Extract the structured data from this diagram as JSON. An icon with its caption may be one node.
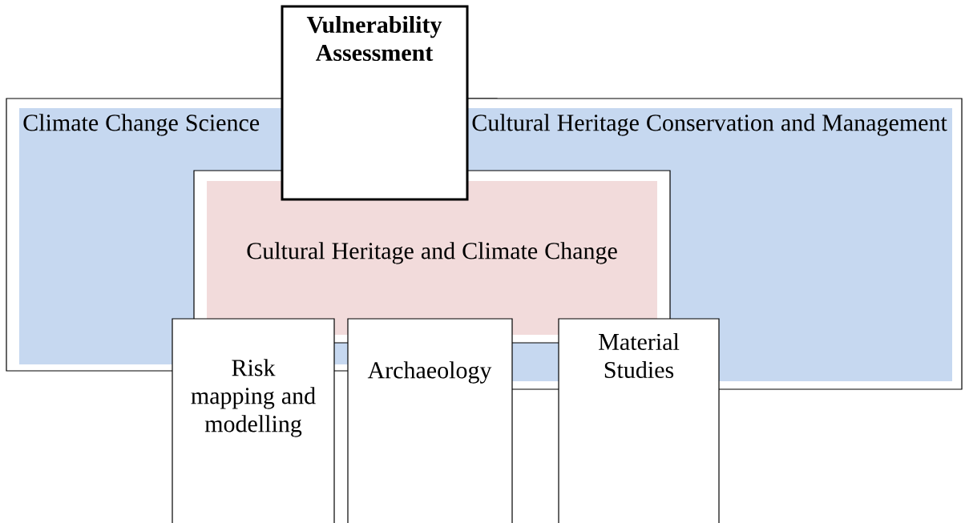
{
  "diagram": {
    "nodes": [
      {
        "text": [
          "Climate Change Science"
        ]
      },
      {
        "text": [
          "Cultural Heritage Conservation and Management"
        ]
      },
      {
        "text": [
          "Cultural Heritage and Climate Change"
        ]
      },
      {
        "text": [
          "Vulnerability Assessment"
        ]
      },
      {
        "text": [
          "Risk mapping and modelling"
        ]
      },
      {
        "text": [
          "Archaeology"
        ]
      },
      {
        "text": [
          "Material Studies"
        ]
      }
    ],
    "edges": []
  }
}
